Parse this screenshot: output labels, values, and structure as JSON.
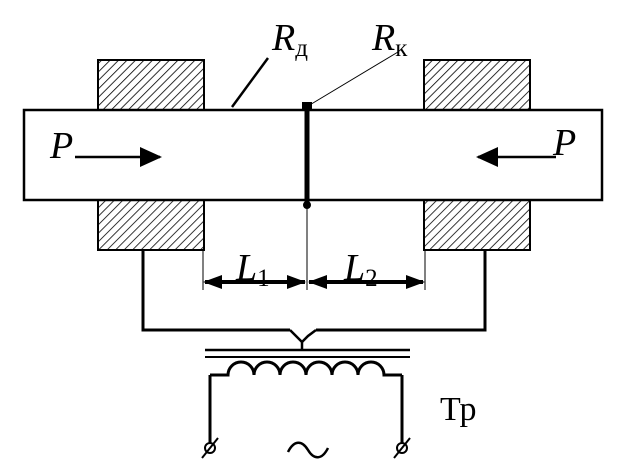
{
  "labels": {
    "force_left": "P",
    "force_right": "P",
    "r_d_main": "R",
    "r_d_sub": "д",
    "r_k_main": "R",
    "r_k_sub": "к",
    "l1_main": "L",
    "l1_sub": "1",
    "l2_main": "L",
    "l2_sub": "2",
    "transformer": "Тр",
    "ac_symbol": "~"
  },
  "colors": {
    "line": "#000000",
    "background": "#ffffff",
    "hatch_fill": "#ffffff"
  }
}
